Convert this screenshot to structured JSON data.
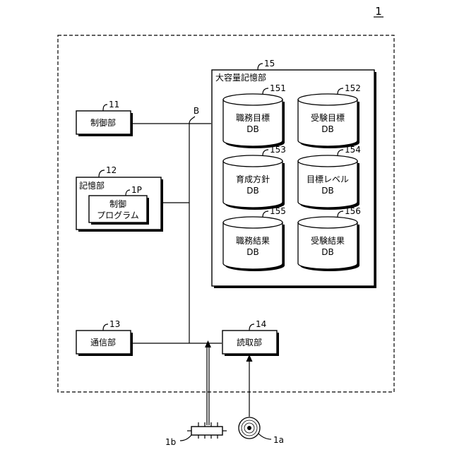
{
  "figure_number": "1",
  "bus_label": "B",
  "control_unit": {
    "number": "11",
    "label": "制御部"
  },
  "storage_unit": {
    "number": "12",
    "label": "記憶部"
  },
  "control_program": {
    "number": "1P",
    "label_line1": "制御",
    "label_line2": "プログラム"
  },
  "comm_unit": {
    "number": "13",
    "label": "通信部"
  },
  "reader_unit": {
    "number": "14",
    "label": "読取部"
  },
  "mass_storage": {
    "number": "15",
    "label": "大容量記憶部"
  },
  "databases": [
    {
      "number": "151",
      "line1": "職務目標",
      "line2": "DB"
    },
    {
      "number": "152",
      "line1": "受験目標",
      "line2": "DB"
    },
    {
      "number": "153",
      "line1": "育成方針",
      "line2": "DB"
    },
    {
      "number": "154",
      "line1": "目標レベル",
      "line2": "DB"
    },
    {
      "number": "155",
      "line1": "職務結果",
      "line2": "DB"
    },
    {
      "number": "156",
      "line1": "受験結果",
      "line2": "DB"
    }
  ],
  "connector": {
    "number": "1b"
  },
  "disc": {
    "number": "1a"
  }
}
